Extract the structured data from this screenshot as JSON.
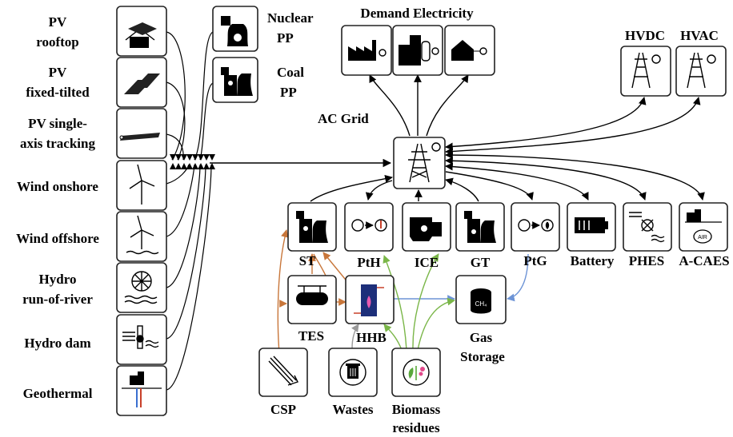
{
  "sources": [
    {
      "label_lines": [
        "PV",
        "rooftop"
      ],
      "icon": "house-solar-icon"
    },
    {
      "label_lines": [
        "PV",
        "fixed-tilted"
      ],
      "icon": "solar-panels-icon"
    },
    {
      "label_lines": [
        "PV single-",
        "axis tracking"
      ],
      "icon": "tracking-panel-icon"
    },
    {
      "label_lines": [
        "Wind onshore"
      ],
      "icon": "wind-turbine-icon"
    },
    {
      "label_lines": [
        "Wind offshore"
      ],
      "icon": "offshore-turbine-icon"
    },
    {
      "label_lines": [
        "Hydro",
        "run-of-river"
      ],
      "icon": "water-wheel-icon"
    },
    {
      "label_lines": [
        "Hydro dam"
      ],
      "icon": "hydro-dam-icon"
    },
    {
      "label_lines": [
        "Geothermal"
      ],
      "icon": "geothermal-icon"
    }
  ],
  "powerplants": [
    {
      "label_lines": [
        "Nuclear",
        "PP"
      ],
      "icon": "nuclear-plant-icon"
    },
    {
      "label_lines": [
        "Coal",
        "PP"
      ],
      "icon": "coal-plant-icon"
    }
  ],
  "demand": {
    "title": "Demand Electricity",
    "icons": [
      "industry-demand-icon",
      "commercial-demand-icon",
      "residential-demand-icon"
    ]
  },
  "transmission": [
    {
      "label": "HVDC",
      "icon": "dc-pylon-icon"
    },
    {
      "label": "HVAC",
      "icon": "ac-pylon-icon"
    }
  ],
  "grid": {
    "label": "AC Grid",
    "icon": "ac-grid-pylon-icon"
  },
  "technologies": [
    {
      "label": "ST",
      "icon": "steam-turbine-icon"
    },
    {
      "label": "PtH",
      "icon": "power-to-heat-icon"
    },
    {
      "label": "ICE",
      "icon": "engine-icon"
    },
    {
      "label": "GT",
      "icon": "gas-turbine-icon"
    },
    {
      "label": "PtG",
      "icon": "power-to-gas-icon"
    },
    {
      "label": "Battery",
      "icon": "battery-icon"
    },
    {
      "label": "PHES",
      "icon": "pumped-hydro-icon"
    },
    {
      "label": "A-CAES",
      "icon": "compressed-air-icon"
    }
  ],
  "storage": [
    {
      "label_lines": [
        "TES"
      ],
      "icon": "thermal-storage-icon"
    },
    {
      "label_lines": [
        "HHB"
      ],
      "icon": "hybrid-heat-boiler-icon"
    },
    {
      "label_lines": [
        "Gas",
        "Storage"
      ],
      "icon": "gas-storage-tank-icon",
      "tank_text": "CH₄"
    }
  ],
  "fuels": [
    {
      "label_lines": [
        "CSP"
      ],
      "icon": "concentrated-solar-icon"
    },
    {
      "label_lines": [
        "Wastes"
      ],
      "icon": "waste-bin-icon"
    },
    {
      "label_lines": [
        "Biomass",
        "residues"
      ],
      "icon": "biomass-icon"
    }
  ],
  "colors": {
    "heat_flow": "#c8763a",
    "biomass_flow": "#7ab648",
    "gas_flow": "#6d94d6",
    "waste_flow": "#999999",
    "electric_flow": "#000000"
  }
}
